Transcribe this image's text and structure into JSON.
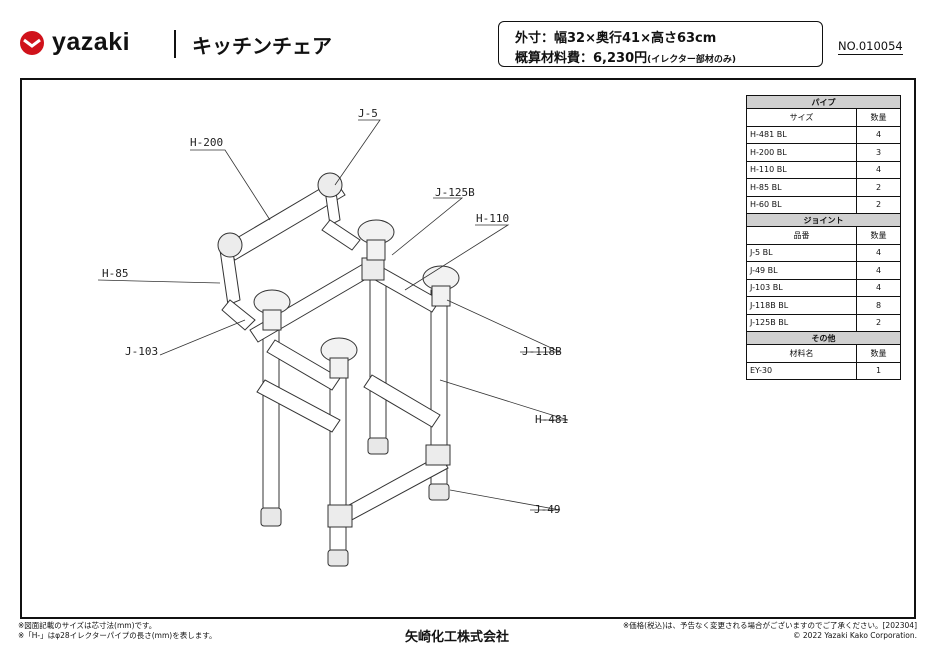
{
  "brand": {
    "logo_text": "yazaki"
  },
  "header": {
    "product_title": "キッチンチェア",
    "spec_line1": "外寸：幅32×奥行41×高さ63cm",
    "spec_line2": "概算材料費：6,230円",
    "spec_note": "(イレクター部材のみ)",
    "doc_no": "NO.010054"
  },
  "labels": {
    "j5": "J-5",
    "h200": "H-200",
    "j125b": "J-125B",
    "h110": "H-110",
    "h85": "H-85",
    "j103": "J-103",
    "j118b": "J-118B",
    "h481": "H-481",
    "j49": "J-49"
  },
  "parts": {
    "qty_header": "数量",
    "pipe": {
      "title": "パイプ",
      "col_name": "サイズ",
      "rows": [
        {
          "name": "H-481 BL",
          "qty": "4"
        },
        {
          "name": "H-200 BL",
          "qty": "3"
        },
        {
          "name": "H-110 BL",
          "qty": "4"
        },
        {
          "name": "H-85 BL",
          "qty": "2"
        },
        {
          "name": "H-60 BL",
          "qty": "2"
        }
      ]
    },
    "joint": {
      "title": "ジョイント",
      "col_name": "品番",
      "rows": [
        {
          "name": "J-5 BL",
          "qty": "4"
        },
        {
          "name": "J-49 BL",
          "qty": "4"
        },
        {
          "name": "J-103 BL",
          "qty": "4"
        },
        {
          "name": "J-118B BL",
          "qty": "8"
        },
        {
          "name": "J-125B BL",
          "qty": "2"
        }
      ]
    },
    "other": {
      "title": "その他",
      "col_name": "材料名",
      "rows": [
        {
          "name": "EY-30",
          "qty": "1"
        }
      ]
    }
  },
  "footer": {
    "note1": "※図面記載のサイズは芯寸法(mm)です。",
    "note2": "※「H-」はφ28イレクターパイプの長さ(mm)を表します。",
    "company": "矢崎化工株式会社",
    "price_note": "※価格(税込)は、予告なく変更される場合がございますのでご了承ください。[202304]",
    "copyright": "© 2022 Yazaki Kako Corporation."
  }
}
